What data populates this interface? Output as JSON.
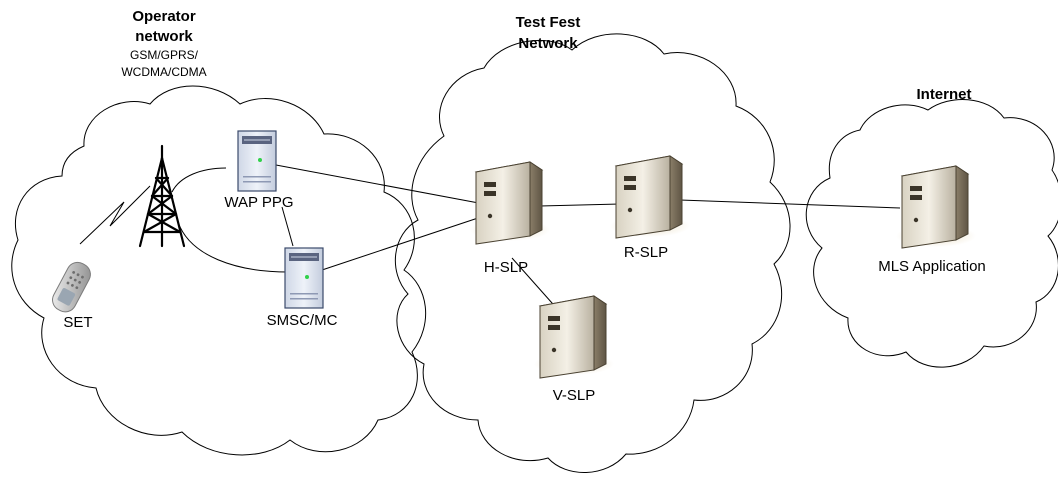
{
  "clouds": {
    "operator": {
      "title_line1": "Operator",
      "title_line2": "network",
      "sub_line1": "GSM/GPRS/",
      "sub_line2": "WCDMA/CDMA"
    },
    "testfest": {
      "title_line1": "Test Fest",
      "title_line2": "Network"
    },
    "internet": {
      "title": "Internet"
    }
  },
  "nodes": {
    "set": "SET",
    "wap_ppg": "WAP PPG",
    "smsc_mc": "SMSC/MC",
    "h_slp": "H-SLP",
    "r_slp": "R-SLP",
    "v_slp": "V-SLP",
    "mls_app": "MLS Application"
  }
}
